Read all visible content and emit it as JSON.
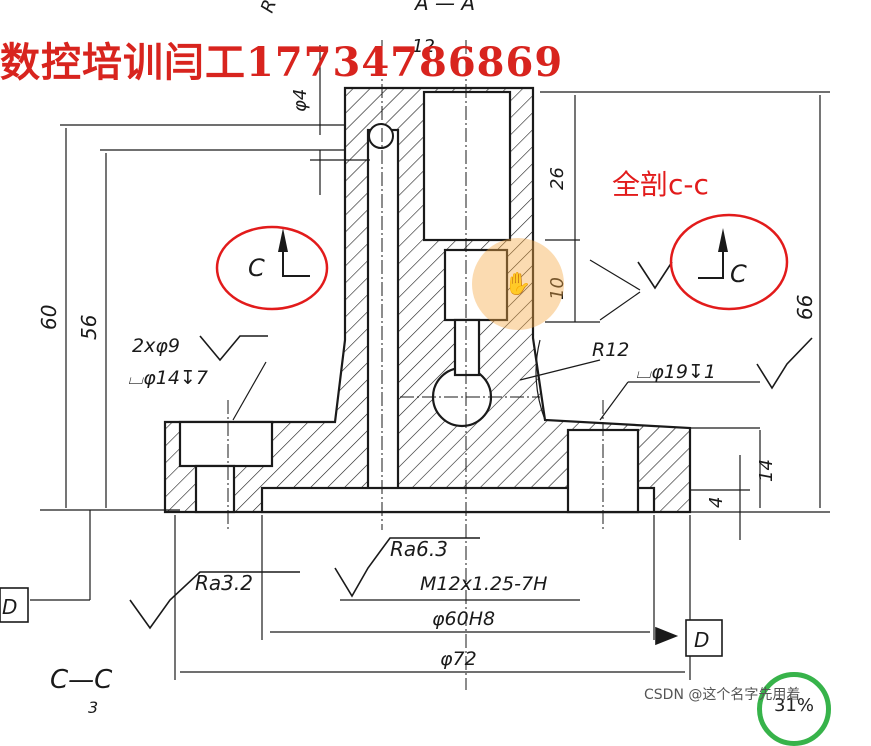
{
  "overlay": {
    "title": "数控培训闫工17734786869",
    "section_label": "全剖c-c",
    "watermark": "CSDN @这个名字先用着",
    "progress_text": "31%"
  },
  "drawing": {
    "section_top_label": "A — A",
    "top_left_fragment": "R",
    "section_marker_letter": "C",
    "view_label": "C—C",
    "view_number": "3",
    "datum_letter": "D",
    "dims": {
      "phi4": "φ4",
      "twelve": "12",
      "d26": "26",
      "d10": "10",
      "d60": "60",
      "d56": "56",
      "d66": "66",
      "d14": "14",
      "d4": "4",
      "holes": "2xφ9",
      "counterbore_left": "⌴φ14↧7",
      "counterbore_right": "⌴φ19↧1",
      "r12": "R12",
      "ra63": "Ra6.3",
      "ra32": "Ra3.2",
      "thread": "M12x1.25-7H",
      "bore": "φ60H8",
      "outer": "φ72"
    }
  },
  "colors": {
    "annotation_red": "#e21b1b",
    "title_red": "#d8241e",
    "line": "#1a1a1a"
  }
}
